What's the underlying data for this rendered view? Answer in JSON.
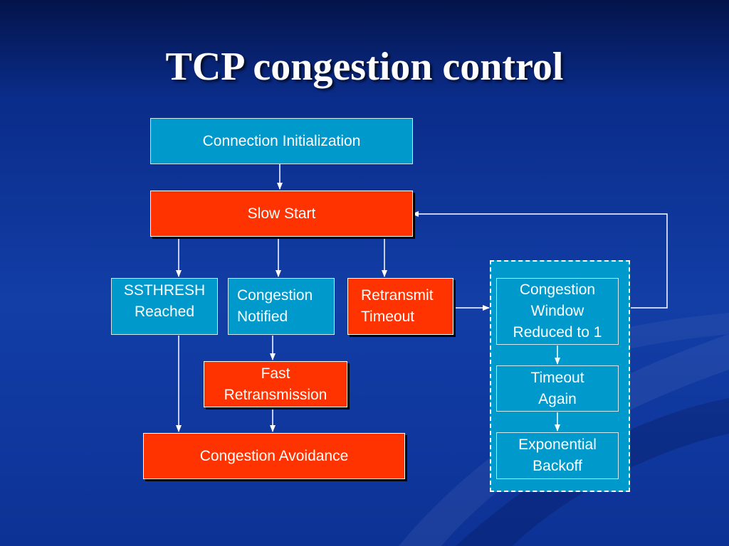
{
  "slide": {
    "title": "TCP congestion control"
  },
  "nodes": {
    "connection_init": "Connection Initialization",
    "slow_start": "Slow Start",
    "ssthresh_reached": "SSTHRESH\nReached",
    "congestion_notified": "Congestion\nNotified",
    "retransmit_timeout": "Retransmit\nTimeout",
    "fast_retransmission": "Fast\nRetransmission",
    "congestion_avoidance": "Congestion Avoidance",
    "cwnd_reduced": "Congestion\nWindow\nReduced to 1",
    "timeout_again": "Timeout\nAgain",
    "exponential_backoff": "Exponential\nBackoff"
  },
  "colors": {
    "background": "#0d3296",
    "process_box": "#ff3300",
    "state_box": "#0099cc",
    "connector": "#ffffff"
  }
}
